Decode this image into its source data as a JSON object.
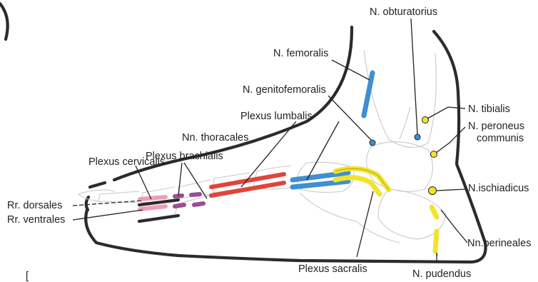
{
  "labels": {
    "obturatorius": "N. obturatorius",
    "femoralis": "N. femoralis",
    "genitofemoralis": "N. genitofemoralis",
    "tibialis": "N. tibialis",
    "peroneus_1": "N. peroneus",
    "peroneus_2": "communis",
    "plexus_lumbalis": "Plexus lumbalis",
    "thoracales": "Nn. thoracales",
    "plexus_brachialis": "Plexus brachialis",
    "ischiadicus": "N.ischiadicus",
    "plexus_cervicalis": "Plexus cervicalis",
    "rr_dorsales": "Rr. dorsales",
    "rr_ventrales": "Rr. ventrales",
    "perineales": "Nn.perineales",
    "plexus_sacralis": "Plexus sacralis",
    "pudendus": "N. pudendus",
    "margin_mark": "["
  },
  "colors": {
    "blue": "#3f8fd2",
    "yellow": "#f3e32c",
    "red": "#e2443a",
    "pink": "#f29bb8",
    "purple": "#9a4b93",
    "outline": "#2b2b2b",
    "bones": "#c9c9c9"
  }
}
